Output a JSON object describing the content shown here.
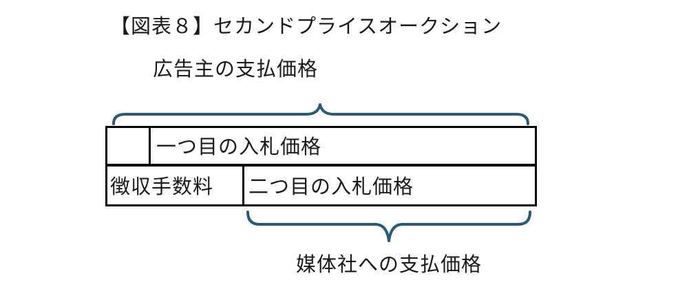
{
  "title": "【図表８】セカンドプライスオークション",
  "labels": {
    "advertiser_payment": "広告主の支払価格",
    "media_payment": "媒体社への支払価格"
  },
  "rows": {
    "first_bid": "一つ目の入札価格",
    "fee": "徴収手数料",
    "second_bid": "二つ目の入札価格"
  },
  "colors": {
    "brace": "#245c7c",
    "border": "#000000",
    "text": "#1a1a1a"
  }
}
